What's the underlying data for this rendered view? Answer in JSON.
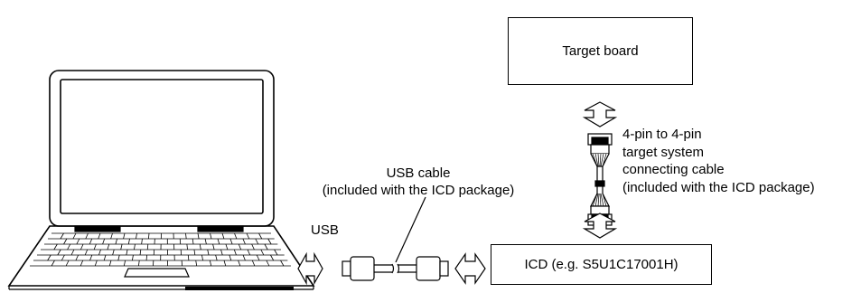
{
  "target_board": {
    "label": "Target board"
  },
  "icd": {
    "label": "ICD (e.g. S5U1C17001H)"
  },
  "usb": {
    "label": "USB"
  },
  "usb_cable": {
    "line1": "USB cable",
    "line2": "(included with the ICD package)"
  },
  "target_cable": {
    "line1": "4-pin to 4-pin",
    "line2": "target system",
    "line3": "connecting cable",
    "line4": "(included with the ICD package)"
  }
}
